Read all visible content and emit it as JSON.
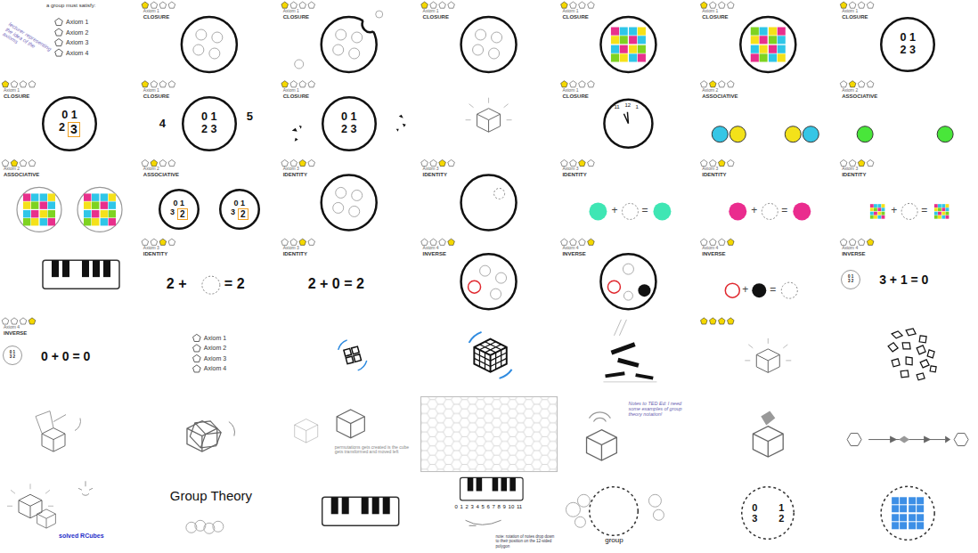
{
  "diagram": {
    "nodes": [
      {
        "text": [
          "0 1",
          "2 3"
        ]
      },
      {
        "text": [
          "0 1",
          "2"
        ]
      },
      {
        "text": [
          "3"
        ],
        "in": 1
      },
      {
        "text": [
          "0 1",
          "2 3"
        ]
      },
      {
        "text": [
          "0 1",
          "2 3"
        ]
      },
      {
        "text": [
          "0 1",
          "3"
        ]
      },
      {
        "text": [
          "2"
        ],
        "in": 5
      },
      {
        "text": [
          "0 1",
          "3"
        ]
      },
      {
        "text": [
          "2"
        ],
        "in": 7
      },
      {
        "text": [
          "0 1",
          "3 2"
        ]
      },
      {
        "text": [
          "0 1",
          "3 2"
        ]
      },
      {
        "text": [
          "group"
        ]
      },
      {
        "text": [
          "0",
          "1",
          "3",
          "2"
        ]
      }
    ],
    "labels": [
      "a group must satisfy:",
      "Axiom 1",
      "Axiom 2",
      "Axiom 3",
      "Axiom 4",
      "lecturer representing the idea of the axioms",
      "Axiom 1",
      "CLOSURE",
      "Axiom 1",
      "CLOSURE",
      "Axiom 1",
      "CLOSURE",
      "Axiom 1",
      "CLOSURE",
      "Axiom 1",
      "CLOSURE",
      "Axiom 1",
      "CLOSURE",
      "Axiom 1",
      "CLOSURE",
      "Axiom 1",
      "CLOSURE",
      "4",
      "5",
      "Axiom 1",
      "CLOSURE",
      "Axiom 1",
      "CLOSURE",
      "11",
      "12",
      "1",
      "Axiom 2",
      "ASSOCIATIVE",
      "Axiom 2",
      "ASSOCIATIVE",
      "Axiom 2",
      "ASSOCIATIVE",
      "Axiom 2",
      "ASSOCIATIVE",
      "Axiom 3",
      "IDENTITY",
      "Axiom 3",
      "IDENTITY",
      "Axiom 3",
      "IDENTITY",
      "+",
      "=",
      "Axiom 3",
      "IDENTITY",
      "+",
      "=",
      "Axiom 3",
      "IDENTITY",
      "+",
      "=",
      "Axiom 3",
      "IDENTITY",
      "2 +",
      "= 2",
      "Axiom 3",
      "IDENTITY",
      "2 + 0 = 2",
      "Axiom 4",
      "INVERSE",
      "Axiom 4",
      "INVERSE",
      "Axiom 4",
      "INVERSE",
      "+",
      "=",
      "Axiom 4",
      "INVERSE",
      "3 + 1 = 0",
      "Axiom 4",
      "INVERSE",
      "0 + 0 = 0",
      "Axiom 1",
      "Axiom 2",
      "Axiom 3",
      "Axiom 4",
      "permutations gets created is the cube gets transformed and moved left",
      "Notes to TED Ed: I need some examples of group theory notation!",
      "solved RCubes",
      "Group Theory",
      "0 1 2 3 4 5 6 7 8 9 10 11",
      "note: rotation of notes drop down to their position on the 12-sided polygon"
    ]
  }
}
